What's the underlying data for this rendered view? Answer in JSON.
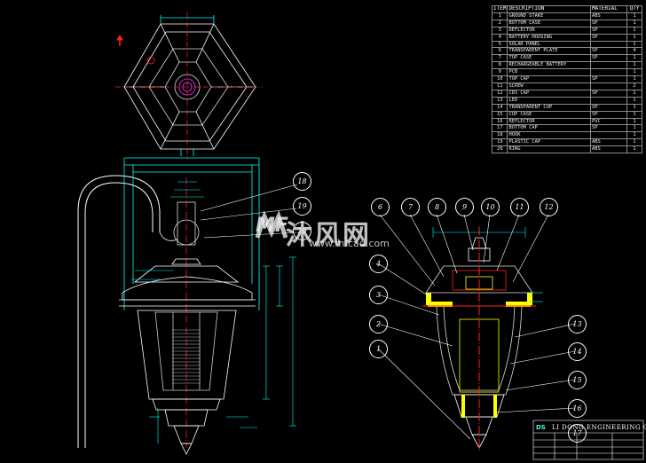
{
  "bom": {
    "headers": [
      "ITEM",
      "DESCRIPTION",
      "MATERIAL",
      "QTY"
    ],
    "rows": [
      [
        "1",
        "GROUND STAKE",
        "ABS",
        "1"
      ],
      [
        "2",
        "BOTTOM CASE",
        "SP",
        "1"
      ],
      [
        "3",
        "DEFLECTOR",
        "SP",
        "1"
      ],
      [
        "4",
        "BATTERY HOUSING",
        "SP",
        "1"
      ],
      [
        "5",
        "SOLAR PANEL",
        "",
        "1"
      ],
      [
        "6",
        "TRANSPARENT PLATE",
        "SP",
        "4"
      ],
      [
        "7",
        "TOP CASE",
        "SP",
        "1"
      ],
      [
        "8",
        "RECHARGEABLE BATTERY",
        "",
        "1"
      ],
      [
        "9",
        "PCB",
        "",
        "1"
      ],
      [
        "10",
        "TOP CAP",
        "SP",
        "1"
      ],
      [
        "11",
        "SCREW",
        "",
        "2"
      ],
      [
        "12",
        "CDS CAP",
        "SP",
        "1"
      ],
      [
        "13",
        "LED",
        "",
        "1"
      ],
      [
        "14",
        "TRANSPARENT CUP",
        "SP",
        "1"
      ],
      [
        "15",
        "CUP CASE",
        "SP",
        "1"
      ],
      [
        "16",
        "REFLECTOR",
        "PVC",
        "1"
      ],
      [
        "17",
        "BOTTOM CAP",
        "SP",
        "1"
      ],
      [
        "18",
        "HOOK",
        "",
        "1"
      ],
      [
        "19",
        "PLASTIC CAP",
        "ABS",
        "1"
      ],
      [
        "20",
        "RING",
        "ABS",
        "1"
      ]
    ]
  },
  "balloons_exploded": [
    "6",
    "7",
    "8",
    "9",
    "10",
    "11",
    "12",
    "4",
    "3",
    "2",
    "1",
    "13",
    "14",
    "15",
    "16",
    "17"
  ],
  "balloons_front": [
    "18",
    "19",
    "20"
  ],
  "watermark": {
    "logo": "MF",
    "chinese": "沐风网",
    "url": "www.mfcad.com"
  },
  "title_block": {
    "logo": "DS",
    "company": "LI DONG ENGINEERING CO."
  },
  "colors": {
    "background": "#000000",
    "cyan": "#00ffff",
    "white": "#ffffff",
    "yellow": "#ffff00",
    "red": "#ff2020",
    "magenta": "#ff33ff"
  }
}
